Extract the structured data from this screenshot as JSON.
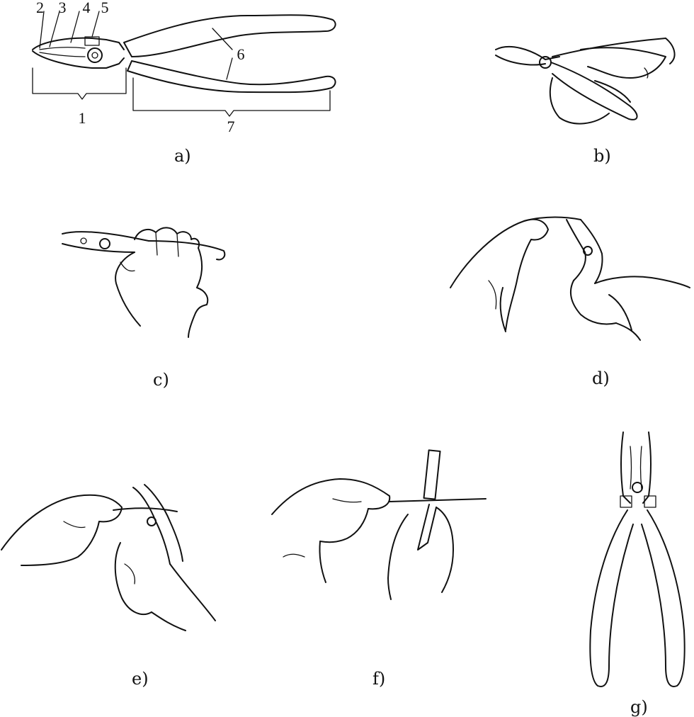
{
  "panels": {
    "a": {
      "caption": "a)",
      "labels": {
        "l1": "1",
        "l2": "2",
        "l3": "3",
        "l4": "4",
        "l5": "5",
        "l6": "6",
        "l7": "7"
      }
    },
    "b": {
      "caption": "b)"
    },
    "c": {
      "caption": "c)"
    },
    "d": {
      "caption": "d)"
    },
    "e": {
      "caption": "e)"
    },
    "f": {
      "caption": "f)"
    },
    "g": {
      "caption": "g)"
    }
  },
  "colors": {
    "ink": "#111111",
    "paper": "#ffffff"
  }
}
